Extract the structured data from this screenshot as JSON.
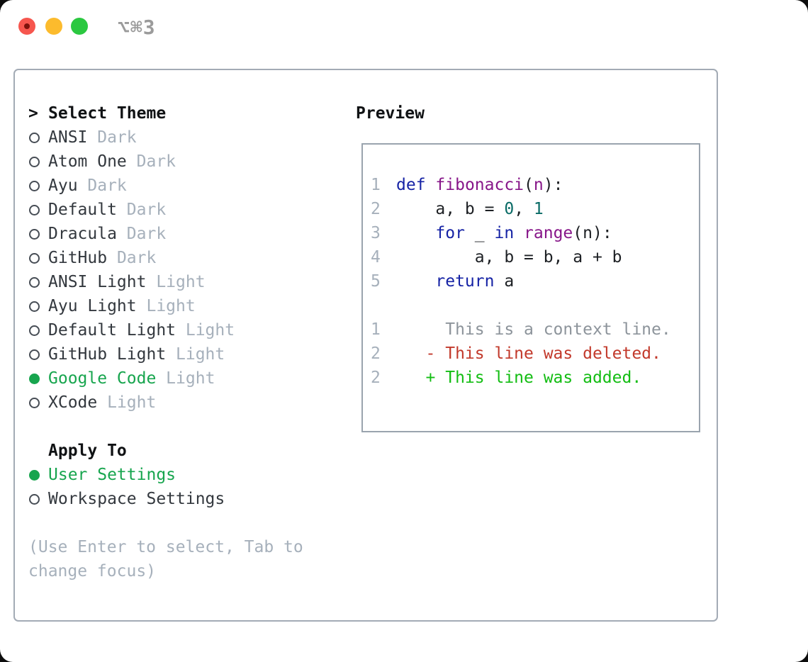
{
  "window": {
    "title": "⌥⌘3"
  },
  "theme_picker": {
    "prompt": ">",
    "header": "Select Theme",
    "themes": [
      {
        "name": "ANSI",
        "variant": "Dark",
        "selected": false
      },
      {
        "name": "Atom One",
        "variant": "Dark",
        "selected": false
      },
      {
        "name": "Ayu",
        "variant": "Dark",
        "selected": false
      },
      {
        "name": "Default",
        "variant": "Dark",
        "selected": false
      },
      {
        "name": "Dracula",
        "variant": "Dark",
        "selected": false
      },
      {
        "name": "GitHub",
        "variant": "Dark",
        "selected": false
      },
      {
        "name": "ANSI Light",
        "variant": "Light",
        "selected": false
      },
      {
        "name": "Ayu Light",
        "variant": "Light",
        "selected": false
      },
      {
        "name": "Default Light",
        "variant": "Light",
        "selected": false
      },
      {
        "name": "GitHub Light",
        "variant": "Light",
        "selected": false
      },
      {
        "name": "Google Code",
        "variant": "Light",
        "selected": true
      },
      {
        "name": "XCode",
        "variant": "Light",
        "selected": false
      }
    ]
  },
  "apply_to": {
    "header": "Apply To",
    "options": [
      {
        "label": "User Settings",
        "selected": true
      },
      {
        "label": "Workspace Settings",
        "selected": false
      }
    ]
  },
  "hint": "(Use Enter to select, Tab to change focus)",
  "preview": {
    "header": "Preview",
    "lines": [
      {
        "num": "1",
        "tokens": [
          {
            "t": "def",
            "c": "kw"
          },
          {
            "t": " ",
            "c": "pl"
          },
          {
            "t": "fibonacci",
            "c": "fn"
          },
          {
            "t": "(",
            "c": "pl"
          },
          {
            "t": "n",
            "c": "fn"
          },
          {
            "t": ")",
            "c": "pl"
          },
          {
            "t": ":",
            "c": "pl"
          }
        ]
      },
      {
        "num": "2",
        "tokens": [
          {
            "t": "    a, b = ",
            "c": "pl"
          },
          {
            "t": "0",
            "c": "num"
          },
          {
            "t": ", ",
            "c": "pl"
          },
          {
            "t": "1",
            "c": "num"
          }
        ]
      },
      {
        "num": "3",
        "tokens": [
          {
            "t": "    ",
            "c": "pl"
          },
          {
            "t": "for",
            "c": "kw"
          },
          {
            "t": " _ ",
            "c": "pl"
          },
          {
            "t": "in",
            "c": "kw"
          },
          {
            "t": " ",
            "c": "pl"
          },
          {
            "t": "range",
            "c": "fn"
          },
          {
            "t": "(n):",
            "c": "pl"
          }
        ]
      },
      {
        "num": "4",
        "tokens": [
          {
            "t": "        a, b = b, a + b",
            "c": "pl"
          }
        ]
      },
      {
        "num": "5",
        "tokens": [
          {
            "t": "    ",
            "c": "pl"
          },
          {
            "t": "return",
            "c": "kw"
          },
          {
            "t": " a",
            "c": "pl"
          }
        ]
      },
      {
        "num": "",
        "tokens": []
      },
      {
        "num": "1",
        "tokens": [
          {
            "t": "     This is a context line.",
            "c": "ctx"
          }
        ]
      },
      {
        "num": "2",
        "tokens": [
          {
            "t": "   - This line was deleted.",
            "c": "del"
          }
        ]
      },
      {
        "num": "2",
        "tokens": [
          {
            "t": "   + This line was added.",
            "c": "add"
          }
        ]
      }
    ]
  },
  "colors": {
    "accent_green": "#17a54e",
    "text_primary": "#33383e",
    "text_muted": "#a6b0bb",
    "heading": "#101214",
    "panel_border": "#a3abb5",
    "preview_border": "#9aa4ae",
    "title_gray": "#9b9b9b",
    "syntax_keyword": "#1623a5",
    "syntax_function": "#871689",
    "syntax_number": "#0a6b66",
    "syntax_plain": "#1d2024",
    "diff_context": "#8d949b",
    "diff_deleted": "#c2392b",
    "diff_added": "#13bd13",
    "traffic_red": "#f6564e",
    "traffic_red_dot": "#7d120b",
    "traffic_yellow": "#fcbb2d",
    "traffic_green": "#2bc840"
  }
}
